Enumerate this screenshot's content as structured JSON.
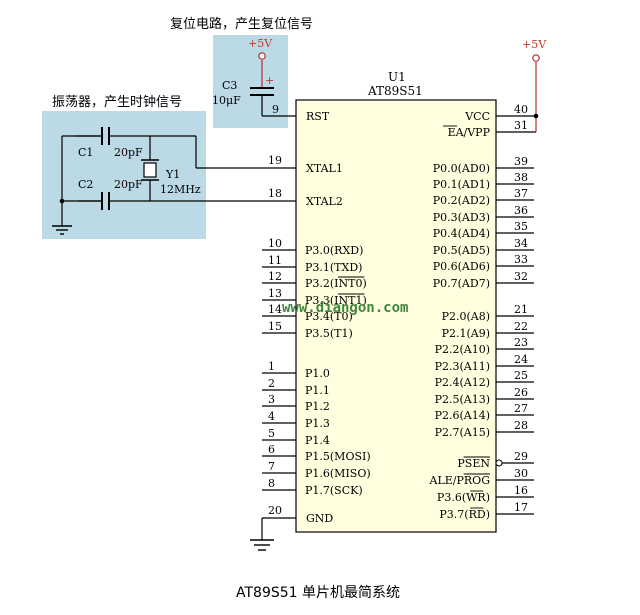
{
  "labels": {
    "reset_title": "复位电路，产生复位信号",
    "osc_title": "振荡器，产生时钟信号",
    "caption": "AT89S51 单片机最简系统",
    "watermark": "www.diangon.com"
  },
  "chip": {
    "ref": "U1",
    "model": "AT89S51",
    "rst": "RST",
    "xtal1": "XTAL1",
    "xtal2": "XTAL2",
    "gnd": "GND",
    "vcc": "VCC",
    "ea": "EA/VPP"
  },
  "components": {
    "c3_ref": "C3",
    "c3_val": "10μF",
    "c3_plus": "+",
    "c1_ref": "C1",
    "c1_val": "20pF",
    "c2_ref": "C2",
    "c2_val": "20pF",
    "y1_ref": "Y1",
    "y1_val": "12MHz",
    "vcc_reset": "+5V",
    "vcc_main": "+5V"
  },
  "pins": {
    "rst": "9",
    "xtal1": "19",
    "xtal2": "18",
    "gnd": "20",
    "vcc": "40",
    "ea": "31"
  },
  "left_pins": [
    {
      "num": "10",
      "name": "P3.0(RXD)"
    },
    {
      "num": "11",
      "name": "P3.1(TXD)"
    },
    {
      "num": "12",
      "name": "P3.2(INT0)"
    },
    {
      "num": "13",
      "name": "P3.3(INT1)"
    },
    {
      "num": "14",
      "name": "P3.4(T0)"
    },
    {
      "num": "15",
      "name": "P3.5(T1)"
    },
    {
      "num": "1",
      "name": "P1.0"
    },
    {
      "num": "2",
      "name": "P1.1"
    },
    {
      "num": "3",
      "name": "P1.2"
    },
    {
      "num": "4",
      "name": "P1.3"
    },
    {
      "num": "5",
      "name": "P1.4"
    },
    {
      "num": "6",
      "name": "P1.5(MOSI)"
    },
    {
      "num": "7",
      "name": "P1.6(MISO)"
    },
    {
      "num": "8",
      "name": "P1.7(SCK)"
    }
  ],
  "right_pins": [
    {
      "num": "39",
      "name": "P0.0(AD0)"
    },
    {
      "num": "38",
      "name": "P0.1(AD1)"
    },
    {
      "num": "37",
      "name": "P0.2(AD2)"
    },
    {
      "num": "36",
      "name": "P0.3(AD3)"
    },
    {
      "num": "35",
      "name": "P0.4(AD4)"
    },
    {
      "num": "34",
      "name": "P0.5(AD5)"
    },
    {
      "num": "33",
      "name": "P0.6(AD6)"
    },
    {
      "num": "32",
      "name": "P0.7(AD7)"
    },
    {
      "num": "21",
      "name": "P2.0(A8)"
    },
    {
      "num": "22",
      "name": "P2.1(A9)"
    },
    {
      "num": "23",
      "name": "P2.2(A10)"
    },
    {
      "num": "24",
      "name": "P2.3(A11)"
    },
    {
      "num": "25",
      "name": "P2.4(A12)"
    },
    {
      "num": "26",
      "name": "P2.5(A13)"
    },
    {
      "num": "27",
      "name": "P2.6(A14)"
    },
    {
      "num": "28",
      "name": "P2.7(A15)"
    },
    {
      "num": "29",
      "name": "PSEN"
    },
    {
      "num": "30",
      "name": "ALE/PROG"
    },
    {
      "num": "16",
      "name": "P3.6(WR)"
    },
    {
      "num": "17",
      "name": "P3.7(RD)"
    }
  ],
  "colors": {
    "highlight_box": "#bcd9e6",
    "power_symbol": "#c0392b",
    "watermark": "#2b7a2b"
  }
}
